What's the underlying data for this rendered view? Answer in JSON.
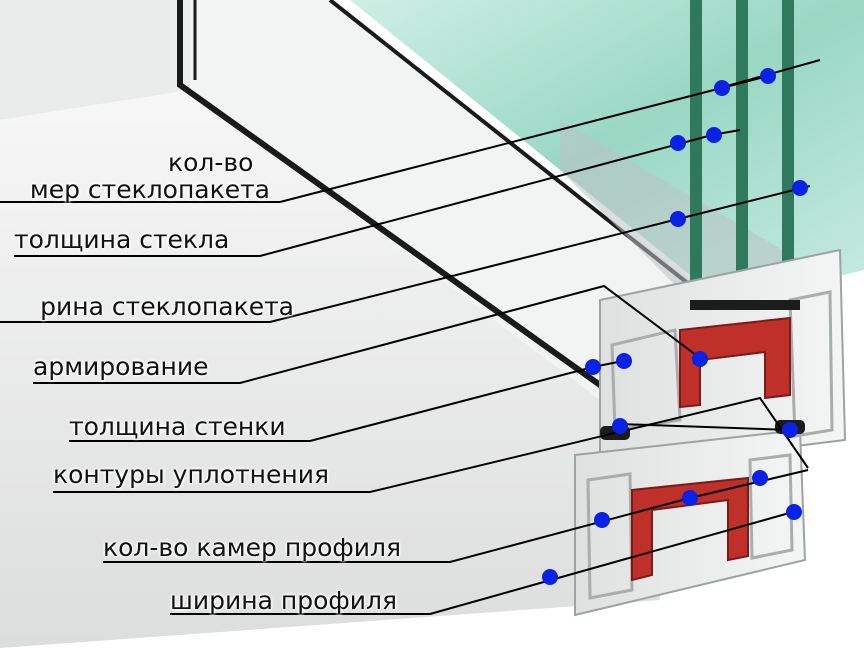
{
  "labels": {
    "chambers_count_line1": "кол-во",
    "chambers_count_line2": "мер стеклопакета",
    "glass_thickness": "толщина стекла",
    "unit_width": "рина стеклопакета",
    "reinforcement": "армирование",
    "wall_thickness": "толщина стенки",
    "seal_contours": "контуры уплотнения",
    "profile_chambers": "кол-во камер профиля",
    "profile_width": "ширина профиля"
  },
  "colors": {
    "marker": "#0a22e6",
    "leader": "#000000",
    "glass": "#9fd9c8",
    "glass_edge": "#2f7a5e",
    "reinforcement": "#c0302b",
    "pvc": "#eef0f0"
  }
}
